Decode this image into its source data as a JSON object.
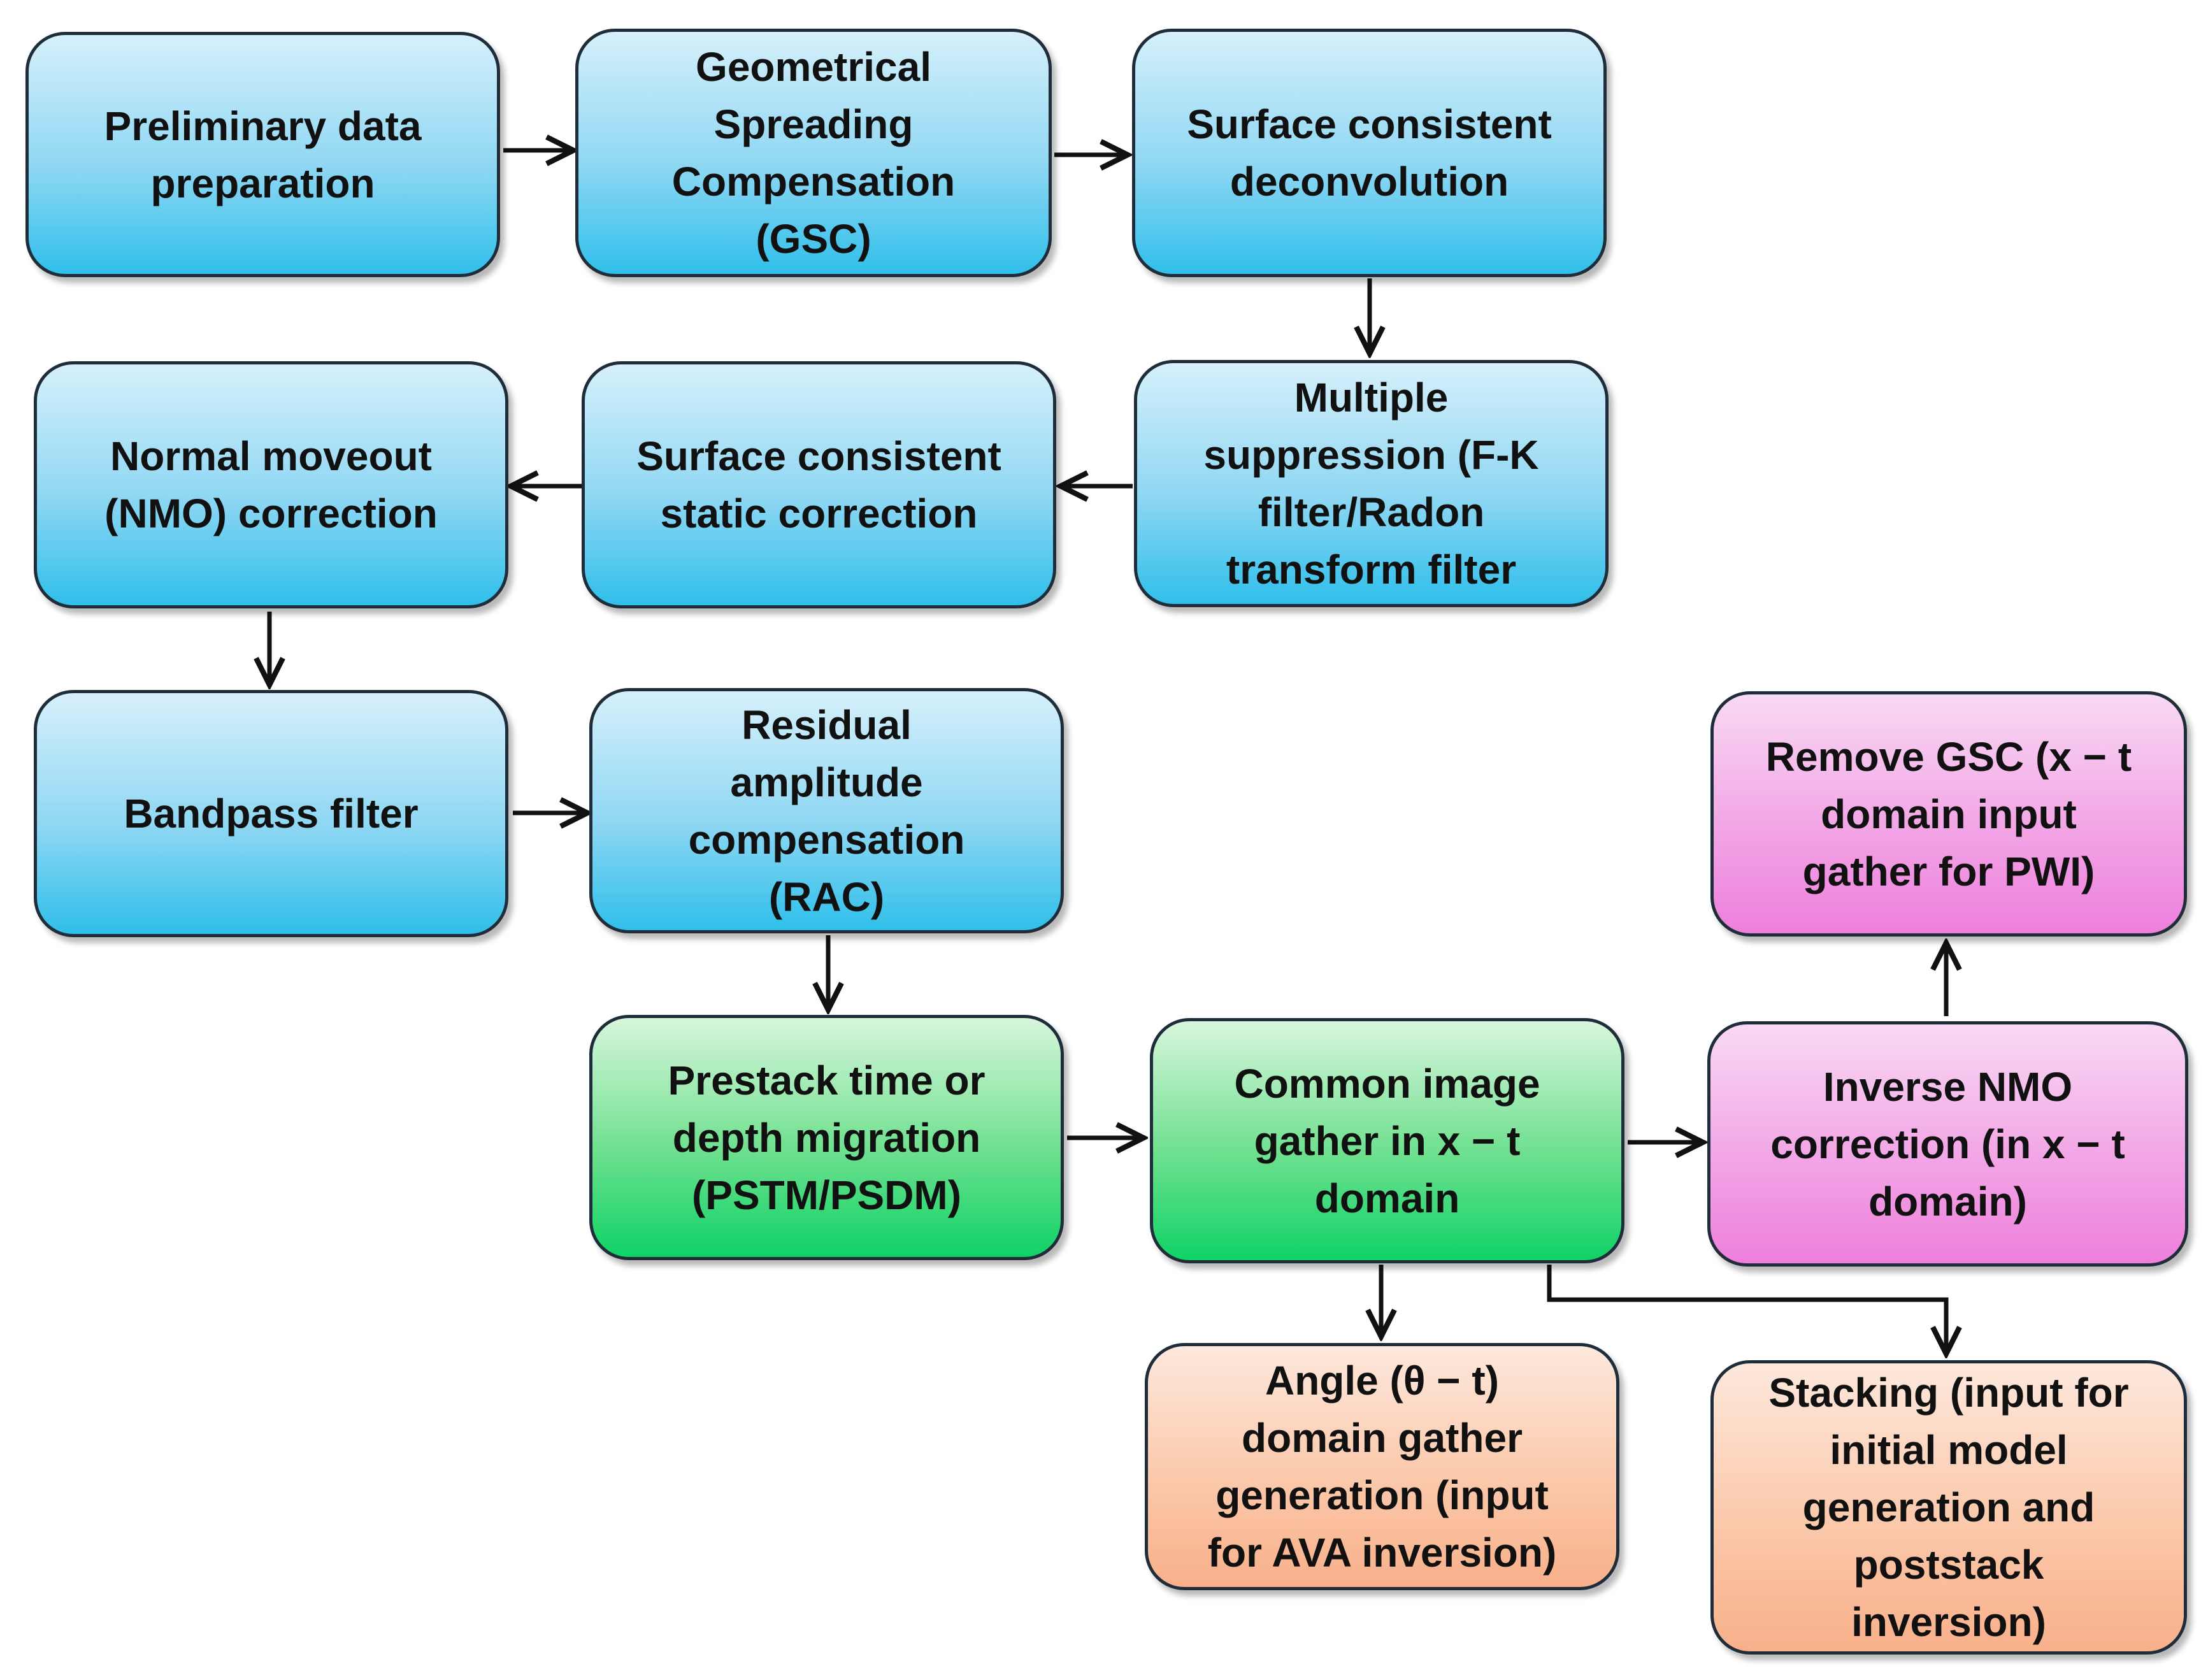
{
  "boxes": {
    "preliminary": "Preliminary data\npreparation",
    "gsc": "Geometrical\nSpreading\nCompensation\n(GSC)",
    "deconvolution": "Surface consistent\ndeconvolution",
    "multiple": "Multiple\nsuppression (F-K\nfilter/Radon\ntransform filter",
    "static": "Surface consistent\nstatic correction",
    "nmo": "Normal moveout\n(NMO) correction",
    "bandpass": "Bandpass filter",
    "rac": "Residual\namplitude\ncompensation\n(RAC)",
    "migration": "Prestack time or\ndepth migration\n(PSTM/PSDM)",
    "cig": "Common image\ngather in x − t\ndomain",
    "inverse_nmo": "Inverse NMO\ncorrection (in x − t\ndomain)",
    "remove_gsc": "Remove GSC (x − t\ndomain input\ngather for PWI)",
    "angle": "Angle (θ − t)\ndomain gather\ngeneration (input\nfor AVA inversion)",
    "stacking": "Stacking (input for\ninitial model\ngeneration and\npoststack\ninversion)"
  },
  "colors": {
    "process_blue": "#2fbfea",
    "migration_green": "#0fd366",
    "pwi_pink": "#ee7fdc",
    "output_orange": "#f8b08a",
    "arrow": "#111111"
  }
}
